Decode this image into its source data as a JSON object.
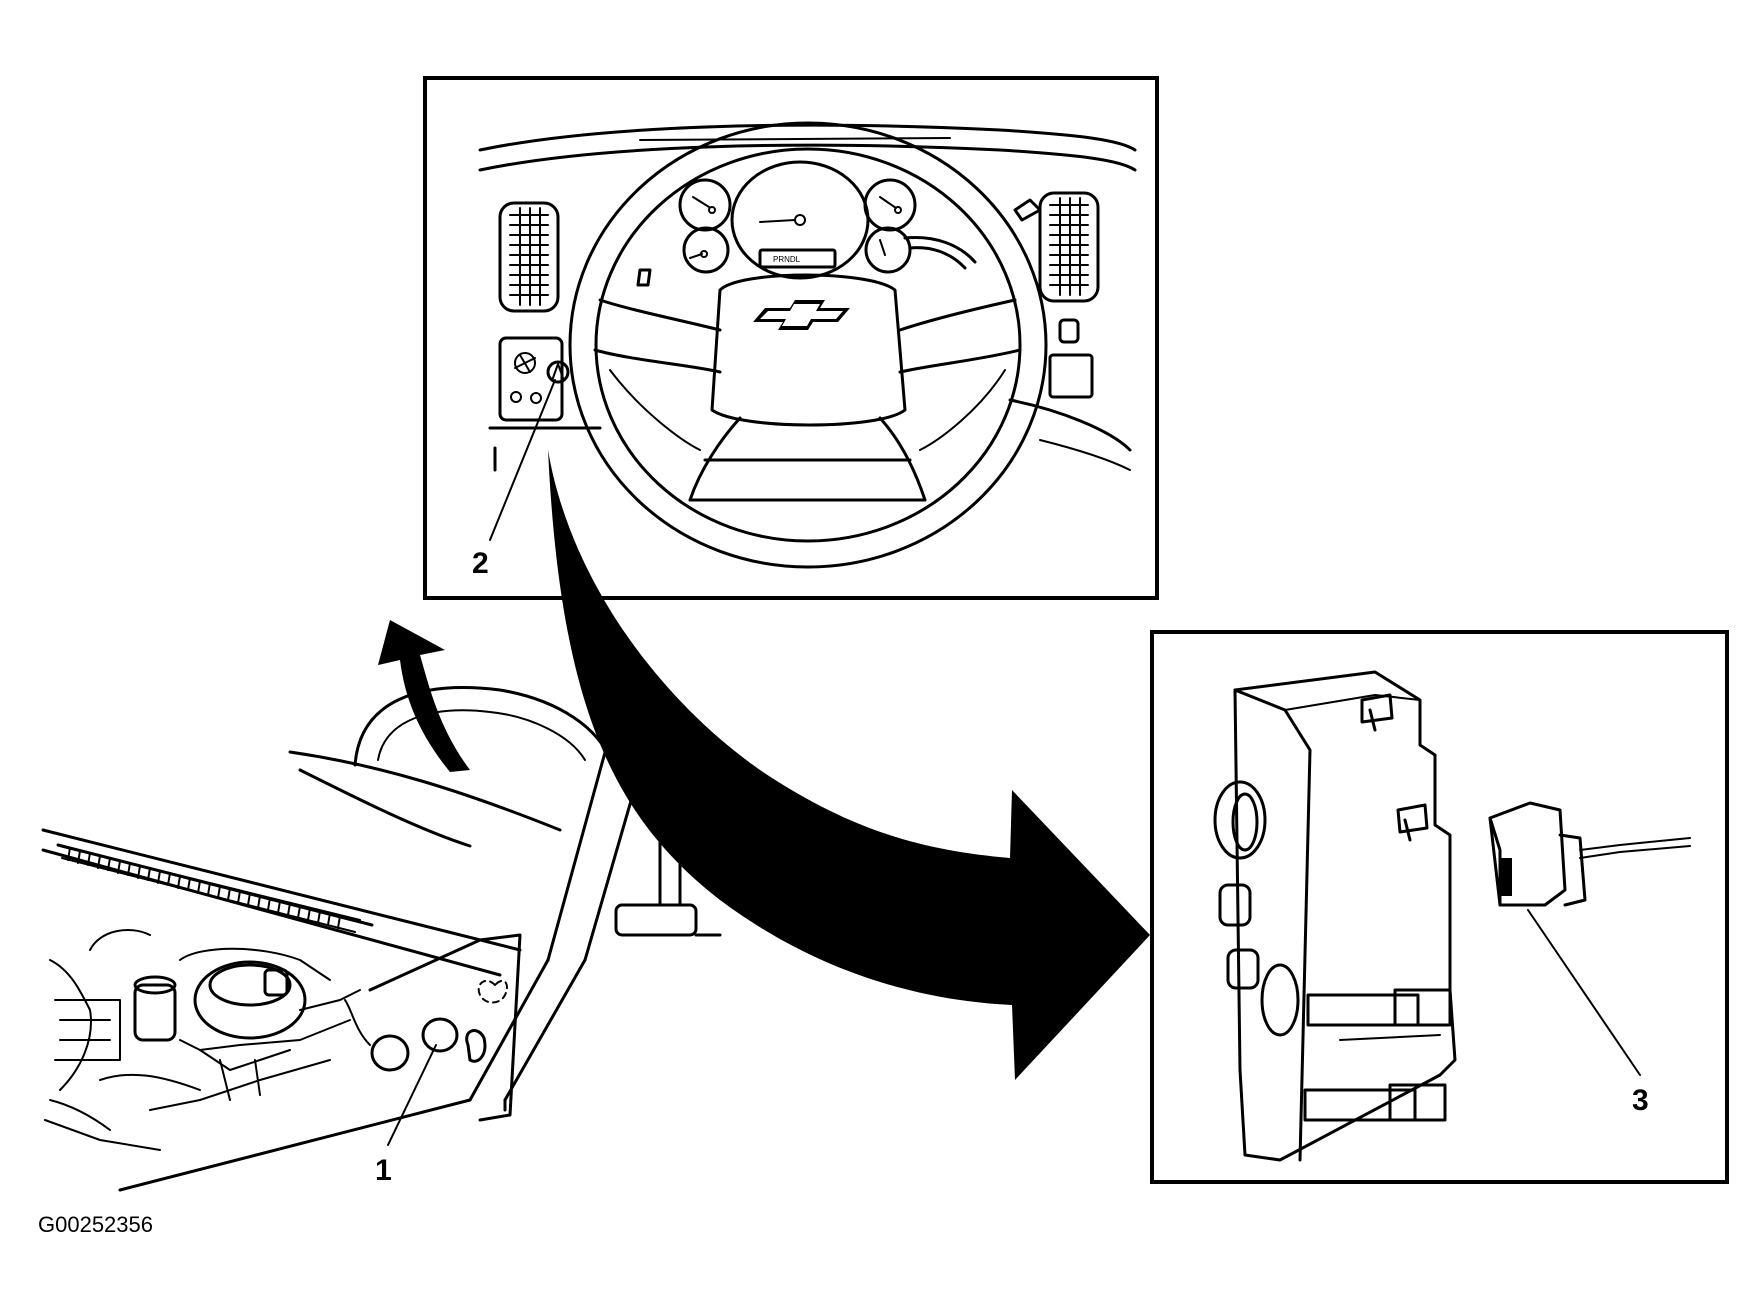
{
  "callouts": {
    "c1": "1",
    "c2": "2",
    "c3": "3"
  },
  "gauge_label": "PRNDL",
  "figure_id": "G00252356"
}
